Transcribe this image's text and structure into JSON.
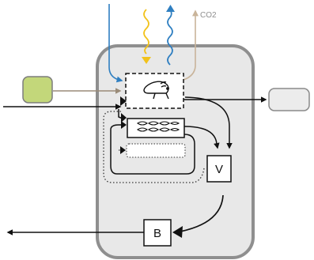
{
  "diagram": {
    "co2_label": "CO2",
    "box_v_label": "V",
    "box_b_label": "B",
    "colors": {
      "background": "#ffffff",
      "container_fill": "#e8e8e8",
      "container_stroke": "#8f8f8f",
      "green_box_fill": "#c3d77a",
      "green_box_stroke": "#7d7d7d",
      "external_box_fill": "#ececec",
      "blue_arrow": "#2f7fc1",
      "yellow_arrow": "#f2c21b",
      "co2_arrow": "#c9b49a",
      "brown_arrow": "#9a8b78",
      "ink": "#111111"
    },
    "icons": {
      "herbivore": "grazing-animal-icon",
      "crop": "plant-leaves-icon"
    }
  }
}
